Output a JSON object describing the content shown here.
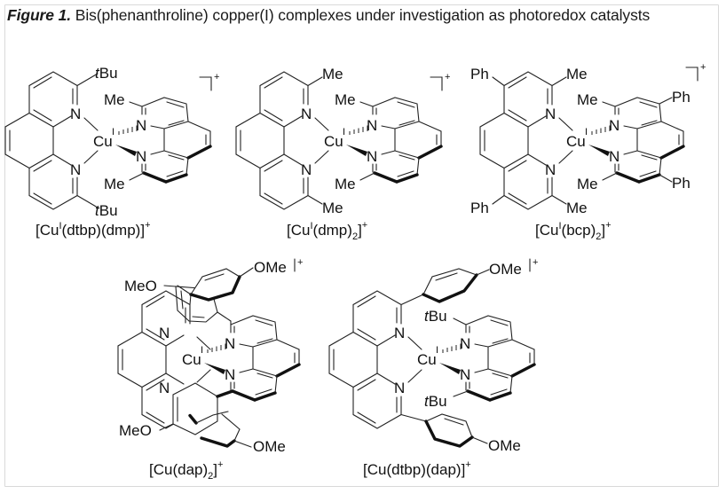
{
  "figure": {
    "label": "Figure 1.",
    "caption": "Bis(phenanthroline) copper(I) complexes under investigation as photoredox catalysts"
  },
  "atoms": {
    "N": "N",
    "Cu": "Cu",
    "oxidation_state": "I",
    "charge": "+",
    "tBu_t": "t",
    "tBu_Bu": "Bu",
    "Me": "Me",
    "Ph": "Ph",
    "OMe": "OMe",
    "MeO": "MeO"
  },
  "compounds": [
    {
      "id": "cu-dtbp-dmp",
      "prefix": "[Cu",
      "ox": "I",
      "body": "(dtbp)(dmp)]",
      "sub": "",
      "charge": "+",
      "substituents": {
        "left": "tBu",
        "right": "Me"
      }
    },
    {
      "id": "cu-dmp2",
      "prefix": "[Cu",
      "ox": "I",
      "body": "(dmp)",
      "sub": "2",
      "close": "]",
      "charge": "+",
      "substituents": {
        "left": "Me",
        "right": "Me"
      }
    },
    {
      "id": "cu-bcp2",
      "prefix": "[Cu",
      "ox": "I",
      "body": "(bcp)",
      "sub": "2",
      "close": "]",
      "charge": "+",
      "substituents": {
        "left": "Me",
        "right": "Me",
        "aryl": "Ph"
      }
    },
    {
      "id": "cu-dap2",
      "prefix": "[Cu",
      "ox": "",
      "body": "(dap)",
      "sub": "2",
      "close": "]",
      "charge": "+",
      "substituents": {
        "aryl_left": "MeO",
        "aryl_right": "OMe"
      }
    },
    {
      "id": "cu-dtbp-dap",
      "prefix": "[Cu",
      "ox": "",
      "body": "(dtbp)(dap)]",
      "sub": "",
      "charge": "+",
      "substituents": {
        "right": "tBu",
        "aryl": "OMe"
      }
    }
  ]
}
